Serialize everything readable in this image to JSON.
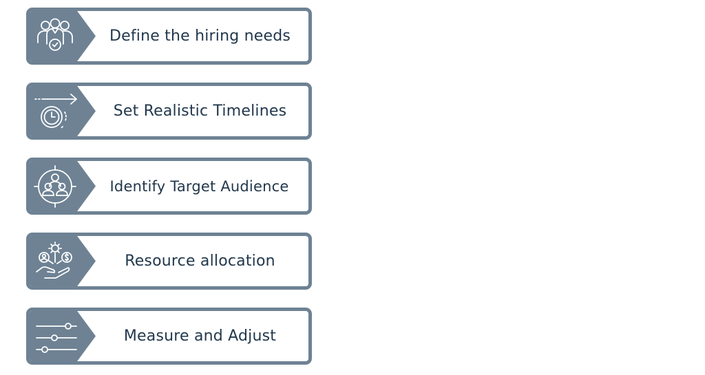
{
  "steps": [
    {
      "label": "Define the hiring needs",
      "icon": "team-check-icon"
    },
    {
      "label": "Set Realistic Timelines",
      "icon": "clock-arrow-icon"
    },
    {
      "label": "Identify Target Audience",
      "icon": "target-audience-icon"
    },
    {
      "label": "Resource allocation",
      "icon": "resource-hand-icon"
    },
    {
      "label": "Measure and Adjust",
      "icon": "sliders-icon"
    }
  ],
  "colors": {
    "frame": "#6e8294",
    "text": "#22384c",
    "background": "#ffffff"
  }
}
